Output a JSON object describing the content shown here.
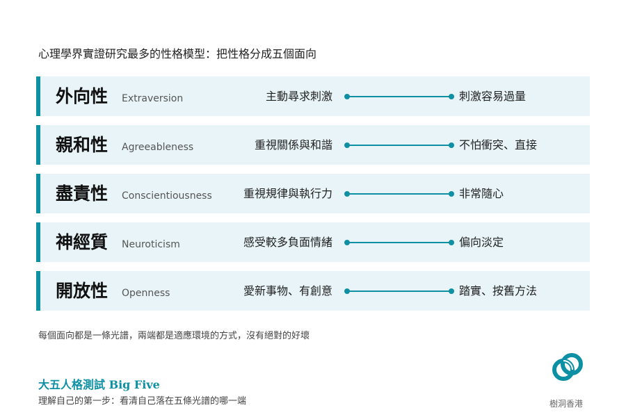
{
  "headline": "心理學界實證研究最多的性格模型：把性格分成五個面向",
  "traits": [
    {
      "name": "外向性",
      "english": "Extraversion",
      "low": "主動尋求刺激",
      "high": "刺激容易過量"
    },
    {
      "name": "親和性",
      "english": "Agreeableness",
      "low": "重視關係與和諧",
      "high": "不怕衝突、直接"
    },
    {
      "name": "盡責性",
      "english": "Conscientiousness",
      "low": "重視規律與執行力",
      "high": "非常隨心"
    },
    {
      "name": "神經質",
      "english": "Neuroticism",
      "low": "感受較多負面情緒",
      "high": "偏向淡定"
    },
    {
      "name": "開放性",
      "english": "Openness",
      "low": "愛新事物、有創意",
      "high": "踏實、按舊方法"
    }
  ],
  "footnote": "每個面向都是一條光譜，兩端都是適應環境的方式，沒有絕對的好壞",
  "brand": {
    "title": "大五人格測試 Big Five",
    "subtitle": "理解自己的第一步：看清自己落在五條光譜的哪一端",
    "logo_text": "樹洞香港",
    "accent_color": "#0e90a4",
    "logo_icon": "interlocking-rings-logo"
  }
}
